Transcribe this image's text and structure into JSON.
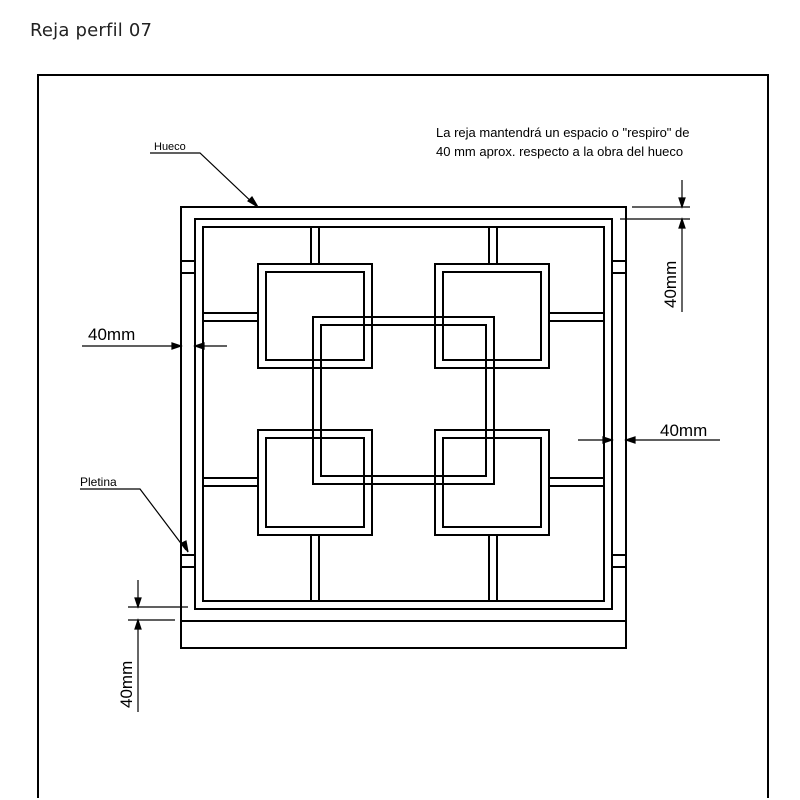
{
  "title": "Reja perfil 07",
  "labels": {
    "hueco": "Hueco",
    "pletina": "Pletina",
    "note_line1": "La reja mantendrá un espacio o \"respiro\" de",
    "note_line2": "40 mm aprox. respecto a la obra del hueco",
    "dim_top_right": "40mm",
    "dim_left": "40mm",
    "dim_right": "40mm",
    "dim_bottom_left": "40mm"
  },
  "colors": {
    "line": "#000000",
    "background": "#ffffff"
  }
}
